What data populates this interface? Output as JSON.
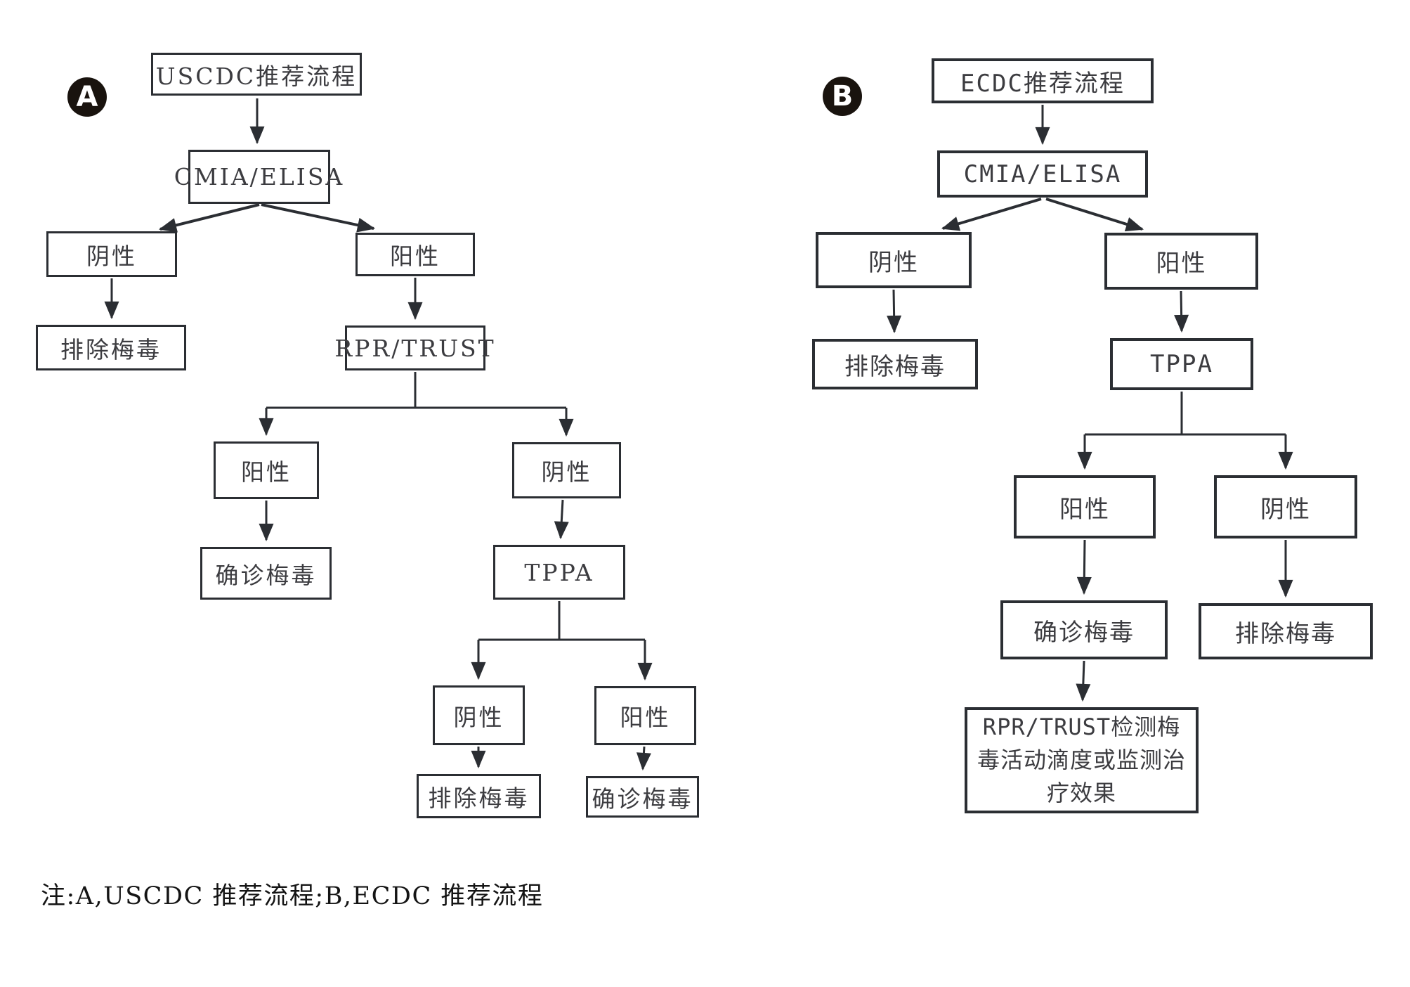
{
  "note": "注:A,USCDC 推荐流程;B,ECDC 推荐流程",
  "colors": {
    "line": "#2b2e33",
    "text": "#3c3c40",
    "background": "#ffffff",
    "badge_background": "#19130e",
    "badge_text": "#ffffff"
  },
  "chart_a": {
    "badge": "A",
    "nodes": {
      "root": "USCDC推荐流程",
      "cmia": "CMIA/ELISA",
      "neg1": "阴性",
      "pos1": "阳性",
      "excl1": "排除梅毒",
      "rpr": "RPR/TRUST",
      "pos2": "阳性",
      "neg2": "阴性",
      "conf1": "确诊梅毒",
      "tppa": "TPPA",
      "neg3": "阴性",
      "pos3": "阳性",
      "excl2": "排除梅毒",
      "conf2": "确诊梅毒"
    },
    "edges": [
      [
        "root",
        "cmia"
      ],
      [
        "cmia",
        "neg1"
      ],
      [
        "cmia",
        "pos1"
      ],
      [
        "neg1",
        "excl1"
      ],
      [
        "pos1",
        "rpr"
      ],
      [
        "rpr",
        "pos2"
      ],
      [
        "rpr",
        "neg2"
      ],
      [
        "pos2",
        "conf1"
      ],
      [
        "neg2",
        "tppa"
      ],
      [
        "tppa",
        "neg3"
      ],
      [
        "tppa",
        "pos3"
      ],
      [
        "neg3",
        "excl2"
      ],
      [
        "pos3",
        "conf2"
      ]
    ]
  },
  "chart_b": {
    "badge": "B",
    "nodes": {
      "root": "ECDC推荐流程",
      "cmia": "CMIA/ELISA",
      "neg1": "阴性",
      "pos1": "阳性",
      "excl1": "排除梅毒",
      "tppa": "TPPA",
      "pos2": "阳性",
      "neg2": "阴性",
      "conf1": "确诊梅毒",
      "excl2": "排除梅毒",
      "final": "RPR/TRUST检测梅毒活动滴度或监测治疗效果"
    },
    "edges": [
      [
        "root",
        "cmia"
      ],
      [
        "cmia",
        "neg1"
      ],
      [
        "cmia",
        "pos1"
      ],
      [
        "neg1",
        "excl1"
      ],
      [
        "pos1",
        "tppa"
      ],
      [
        "tppa",
        "pos2"
      ],
      [
        "tppa",
        "neg2"
      ],
      [
        "pos2",
        "conf1"
      ],
      [
        "neg2",
        "excl2"
      ],
      [
        "conf1",
        "final"
      ]
    ]
  }
}
